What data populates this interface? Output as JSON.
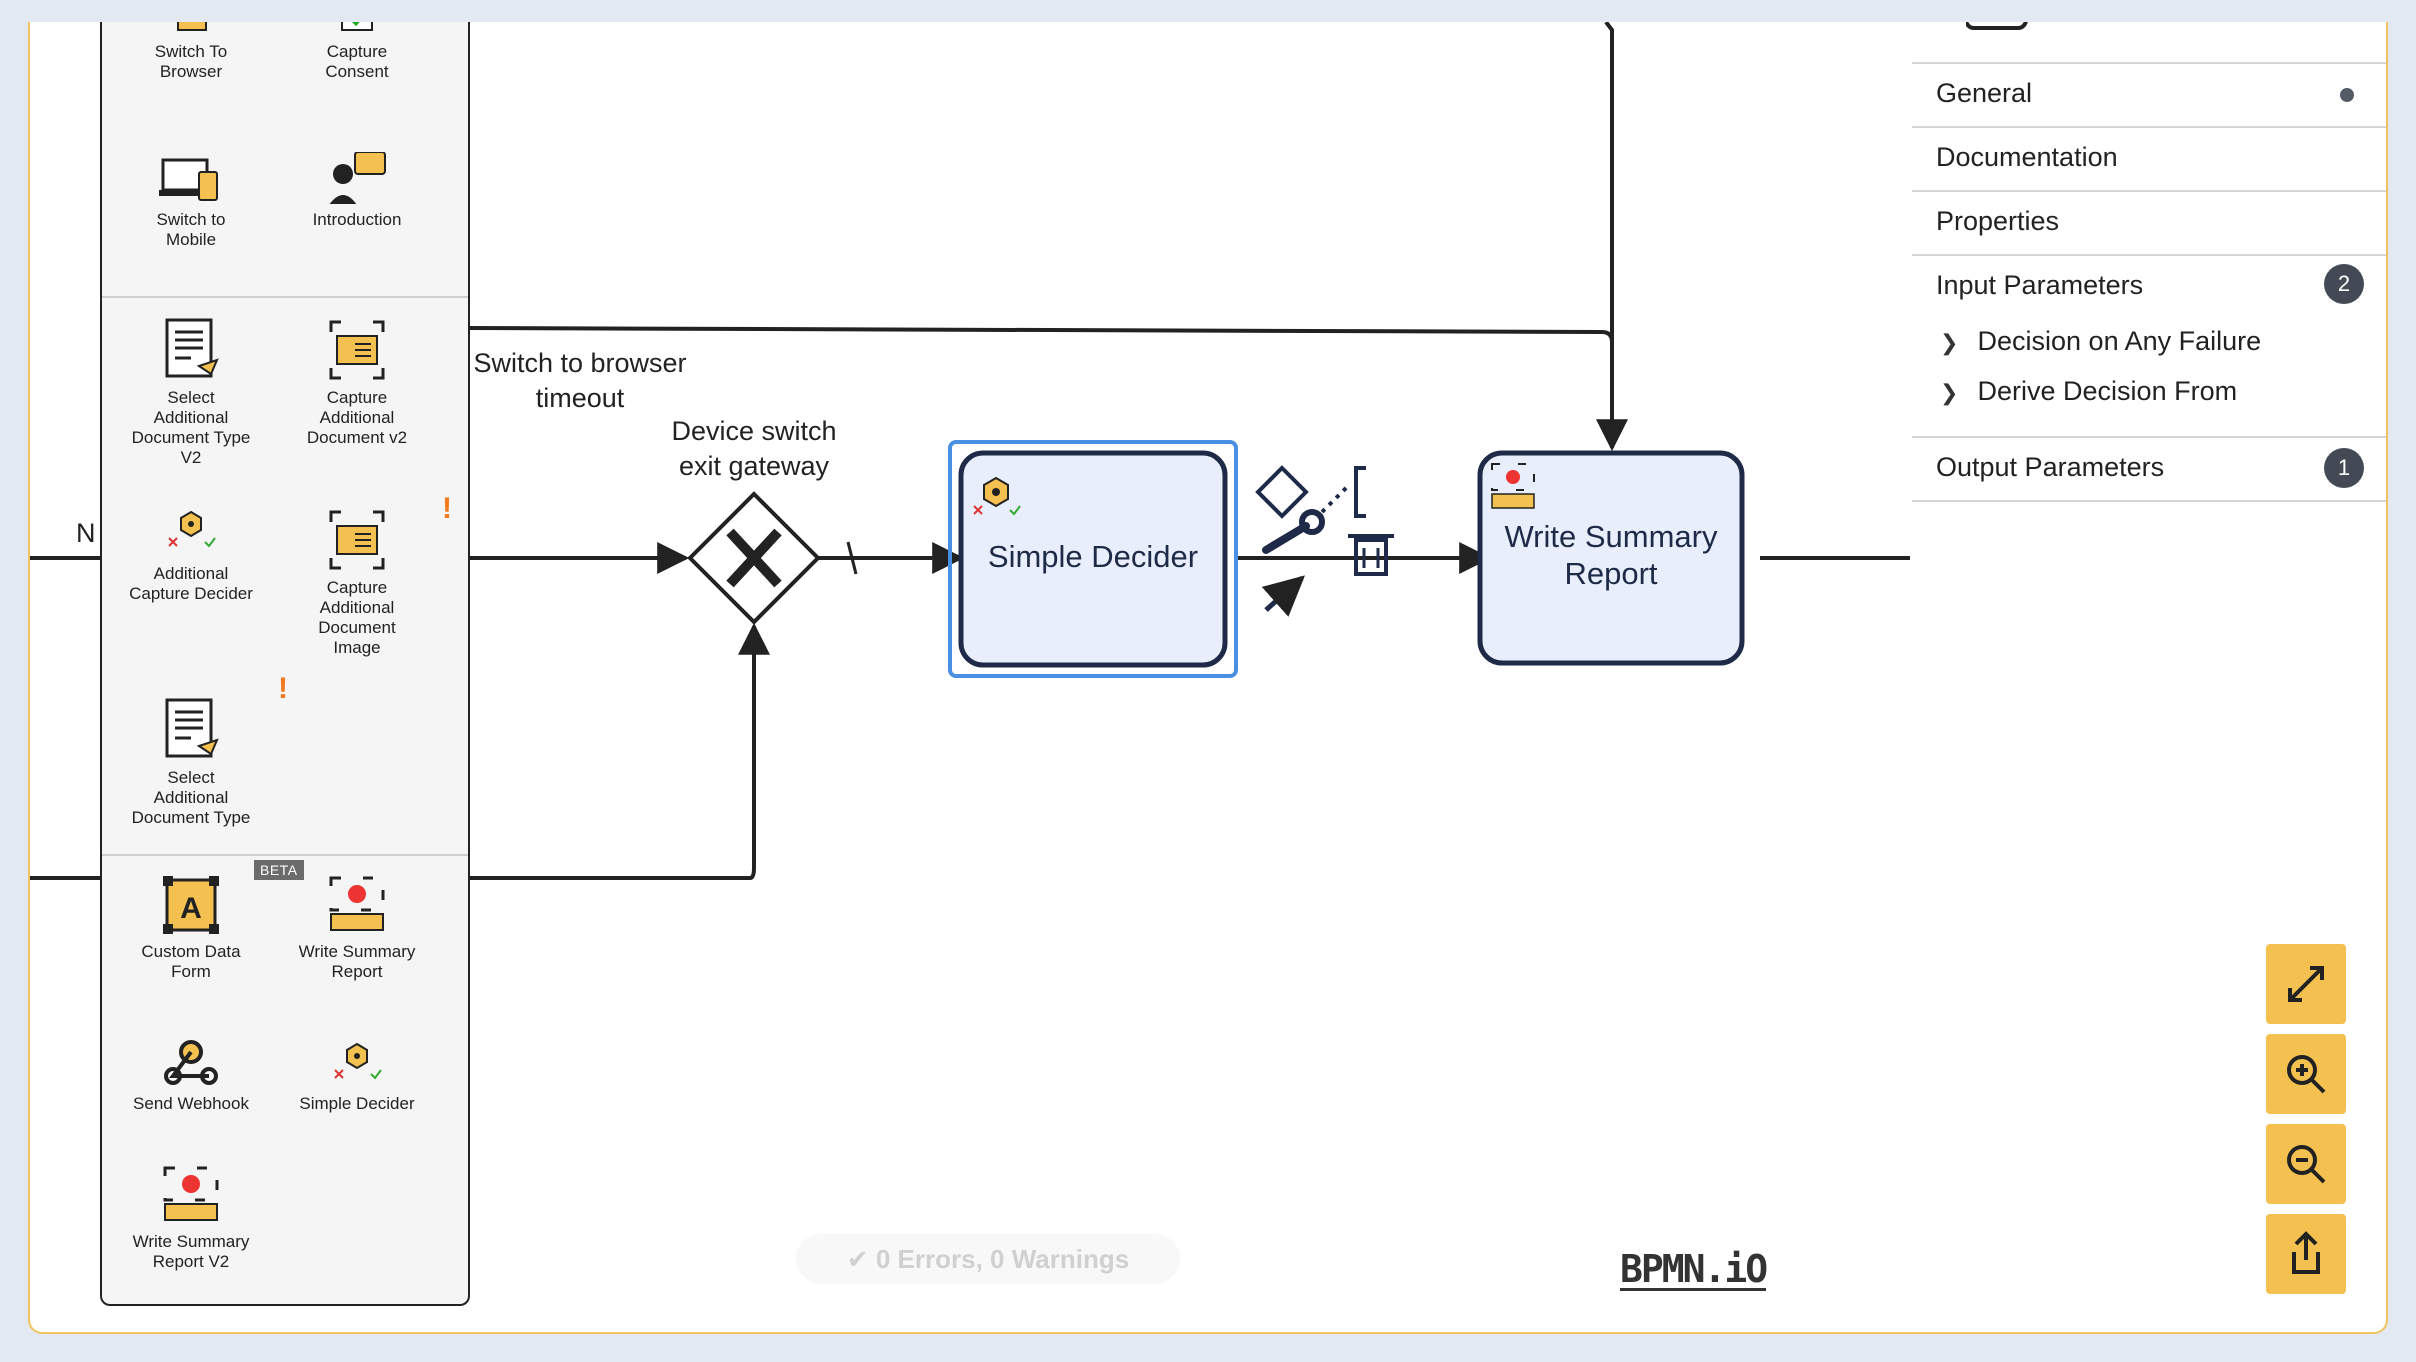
{
  "palette": {
    "section1": [
      {
        "label": "Switch To\nBrowser",
        "icon": "browser-switch-icon"
      },
      {
        "label": "Capture\nConsent",
        "icon": "consent-icon"
      },
      {
        "label": "Switch to\nMobile",
        "icon": "mobile-switch-icon"
      },
      {
        "label": "Introduction",
        "icon": "introduction-icon"
      }
    ],
    "section2": [
      {
        "label": "Select\nAdditional\nDocument Type\nV2",
        "icon": "document-select-icon"
      },
      {
        "label": "Capture\nAdditional\nDocument v2",
        "icon": "document-capture-icon"
      },
      {
        "label": "Additional\nCapture Decider",
        "icon": "decider-icon"
      },
      {
        "label": "Capture\nAdditional\nDocument\nImage",
        "icon": "document-capture-icon",
        "warning": "!"
      },
      {
        "label": "Select\nAdditional\nDocument Type",
        "icon": "document-select-icon",
        "warning": "!"
      }
    ],
    "section3": [
      {
        "label": "Custom Data\nForm",
        "icon": "custom-form-icon",
        "badge": "BETA"
      },
      {
        "label": "Write Summary\nReport",
        "icon": "report-icon"
      },
      {
        "label": "Send Webhook",
        "icon": "webhook-icon"
      },
      {
        "label": "Simple Decider",
        "icon": "decider-icon"
      },
      {
        "label": "Write Summary\nReport V2",
        "icon": "report-icon"
      }
    ]
  },
  "diagram": {
    "edge_label_timeout": "Switch to browser\ntimeout",
    "gateway_label": "Device switch\nexit gateway",
    "left_edge_label": "N",
    "selected_task": "Simple Decider",
    "report_task": "Write Summary\nReport"
  },
  "properties": {
    "sections": {
      "general": "General",
      "documentation": "Documentation",
      "properties": "Properties",
      "input_parameters": "Input Parameters",
      "input_count": "2",
      "output_parameters": "Output Parameters",
      "output_count": "1"
    },
    "input_items": [
      "Decision on Any Failure",
      "Derive Decision From"
    ]
  },
  "status": {
    "text": "0 Errors, 0 Warnings"
  },
  "logo": {
    "text": "BPMN.iO"
  },
  "colors": {
    "accent": "#f4c04f",
    "selection": "#4a90e2",
    "task_fill": "#e8eefb",
    "task_stroke": "#1e2a47"
  }
}
